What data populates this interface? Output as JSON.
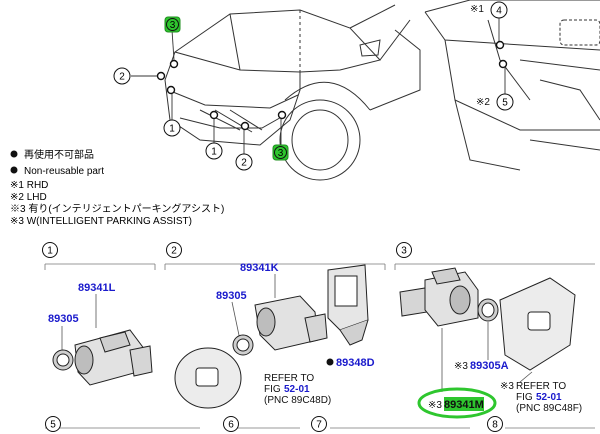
{
  "callouts": {
    "c1": "1",
    "c2": "2",
    "c3": "3",
    "c4": "4",
    "c5": "5",
    "c6": "6",
    "c7": "7",
    "c8": "8"
  },
  "legend": {
    "line1": "再使用不可部品",
    "line2": "Non-reusable part",
    "note1": "※1 RHD",
    "note2": "※2 LHD",
    "note3": "※3 有り(インテリジェントパーキングアシスト)",
    "note4": "※3 W(INTELLIGENT PARKING ASSIST)"
  },
  "top_marks": {
    "m1": "※1",
    "m2": "※2"
  },
  "section1": {
    "pn_sensor": "89341L",
    "pn_ring": "89305"
  },
  "section2": {
    "pn_sensor": "89341K",
    "pn_ring": "89305",
    "pn_bracket": "89348D",
    "refer_line1": "REFER TO",
    "refer_fig": "FIG",
    "refer_link": "52-01",
    "refer_pnc": "(PNC 89C48D)"
  },
  "section3": {
    "pn_ring_prefix": "※3",
    "pn_ring": "89305A",
    "pn_sensor_prefix": "※3",
    "pn_sensor": "89341M",
    "refer_prefix": "※3",
    "refer_line1": "REFER TO",
    "refer_fig": "FIG",
    "refer_link": "52-01",
    "refer_pnc": "(PNC 89C48F)"
  },
  "colors": {
    "highlight_green": "#2ec62e",
    "part_number_blue": "#1a1acc",
    "line_gray": "#777777"
  }
}
